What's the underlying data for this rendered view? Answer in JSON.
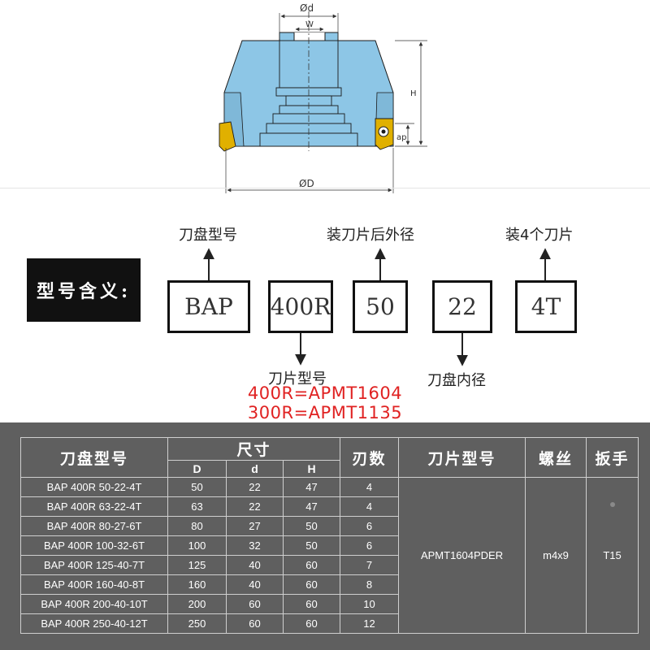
{
  "drawing": {
    "d_label": "Ød",
    "w_label": "W",
    "h_label": "H",
    "ap_label": "ap",
    "D_label": "ØD",
    "colors": {
      "body": "#8dc6e6",
      "insert": "#e0b000"
    }
  },
  "legend": {
    "tag": "型号含义:",
    "codes": [
      "BAP",
      "400R",
      "50",
      "22",
      "4T"
    ],
    "top_annotations": [
      "刀盘型号",
      "装刀片后外径",
      "装4个刀片"
    ],
    "bottom_annotations": [
      "刀片型号",
      "刀盘内径"
    ],
    "red_lines": [
      "400R=APMT1604",
      "300R=APMT1135"
    ],
    "red_color": "#e02222"
  },
  "table": {
    "headers": {
      "model": "刀盘型号",
      "size": "尺寸",
      "D": "D",
      "d": "d",
      "H": "H",
      "flutes": "刃数",
      "insert": "刀片型号",
      "screw": "螺丝",
      "wrench": "扳手"
    },
    "rows": [
      {
        "model": "BAP 400R 50-22-4T",
        "D": "50",
        "d": "22",
        "H": "47",
        "flutes": "4"
      },
      {
        "model": "BAP 400R 63-22-4T",
        "D": "63",
        "d": "22",
        "H": "47",
        "flutes": "4"
      },
      {
        "model": "BAP 400R 80-27-6T",
        "D": "80",
        "d": "27",
        "H": "50",
        "flutes": "6"
      },
      {
        "model": "BAP 400R 100-32-6T",
        "D": "100",
        "d": "32",
        "H": "50",
        "flutes": "6"
      },
      {
        "model": "BAP 400R 125-40-7T",
        "D": "125",
        "d": "40",
        "H": "60",
        "flutes": "7"
      },
      {
        "model": "BAP 400R 160-40-8T",
        "D": "160",
        "d": "40",
        "H": "60",
        "flutes": "8"
      },
      {
        "model": "BAP 400R 200-40-10T",
        "D": "200",
        "d": "60",
        "H": "60",
        "flutes": "10"
      },
      {
        "model": "BAP 400R 250-40-12T",
        "D": "250",
        "d": "60",
        "H": "60",
        "flutes": "12"
      }
    ],
    "insert_value": "APMT1604PDER",
    "screw_value": "m4x9",
    "wrench_value": "T15",
    "background": "#5f5f5f"
  }
}
